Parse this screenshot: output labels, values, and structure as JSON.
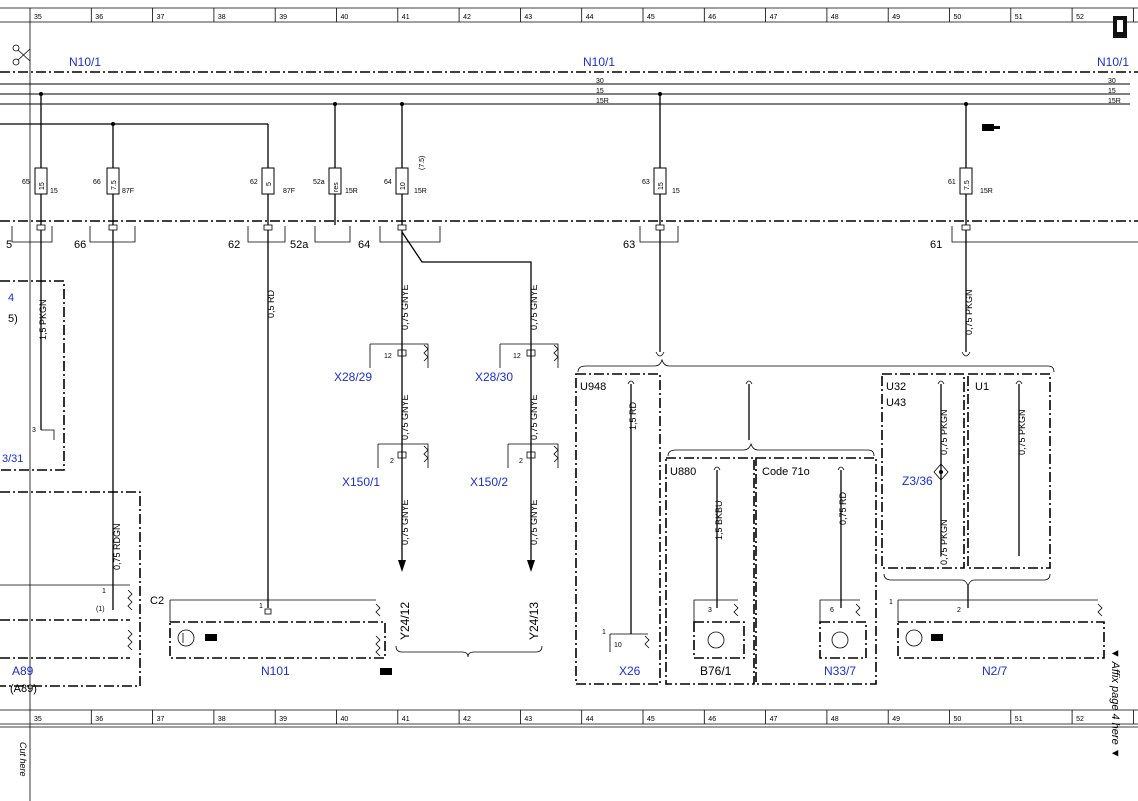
{
  "grid": {
    "columns": [
      "35",
      "36",
      "37",
      "38",
      "39",
      "40",
      "41",
      "42",
      "43",
      "44",
      "45",
      "46",
      "47",
      "48",
      "49",
      "50",
      "51",
      "52"
    ]
  },
  "header": {
    "n10_left": "N10/1",
    "n10_center": "N10/1",
    "n10_right": "N10/1"
  },
  "bus_labels": {
    "b30": "30",
    "b15": "15",
    "b15r": "15R"
  },
  "fuses": [
    {
      "num": "65",
      "rating": "15",
      "term": "15"
    },
    {
      "num": "66",
      "rating": "7.5",
      "term": "87F"
    },
    {
      "num": "62",
      "rating": "5",
      "term": "87F"
    },
    {
      "num": "52a",
      "rating": "res",
      "term": "15R"
    },
    {
      "num": "64",
      "rating": "10",
      "term": "15R",
      "note": "(7.5)"
    },
    {
      "num": "63",
      "rating": "15",
      "term": "15"
    },
    {
      "num": "61",
      "rating": "7.5",
      "term": "15R"
    }
  ],
  "connector_labels": {
    "c5": "5",
    "c66": "66",
    "c62": "62",
    "c52a": "52a",
    "c64": "64",
    "c63": "63",
    "c61": "61"
  },
  "wires": {
    "w65": "1,5 PKGN",
    "w66": "0,75 RDGN",
    "w62": "0,5 RD",
    "w64a": "0,75 GNYE",
    "w64b": "0,75 GNYE",
    "w64c": "0,75 GNYE",
    "w64d": "0,75 GNYE",
    "w64e": "0,75 GNYE",
    "w64f": "0,75 GNYE",
    "wU948": "1,5 RD",
    "wU880": "1,5 BKBU",
    "wCode": "0,75 RD",
    "w61": "0,75 PKGN",
    "wU32a": "0,75 PKGN",
    "wU32b": "0,75 PKGN",
    "wU1": "0,75 PKGN"
  },
  "connectors": {
    "x2829": "X28/29",
    "x2830": "X28/30",
    "x1501": "X150/1",
    "x1502": "X150/2",
    "pin12a": "12",
    "pin12b": "12",
    "pin2a": "2",
    "pin2b": "2"
  },
  "left_side": {
    "label4": "4",
    "label5": "5)",
    "label31": "3/31",
    "pin3": "3",
    "a89": "A89",
    "a89b": "(A89)",
    "pin1": "1",
    "pin1p": "(1)"
  },
  "components": {
    "n101": "N101",
    "c2": "C2",
    "n101pin": "1",
    "y2412": "Y24/12",
    "y2413": "Y24/13",
    "u948": "U948",
    "x26": "X26",
    "x26pin": "10",
    "x26pin1": "1",
    "u880": "U880",
    "code71": "Code 71o",
    "b761": "B76/1",
    "b76pin": "3",
    "n337": "N33/7",
    "n33pin": "6",
    "u32": "U32",
    "u43": "U43",
    "u1": "U1",
    "z336": "Z3/36",
    "n27": "N2/7",
    "n27pin": "2",
    "n27pin1": "1"
  },
  "side_text": {
    "affix": "▼ Affix page 4 here ▼",
    "cut": "Cut here"
  }
}
